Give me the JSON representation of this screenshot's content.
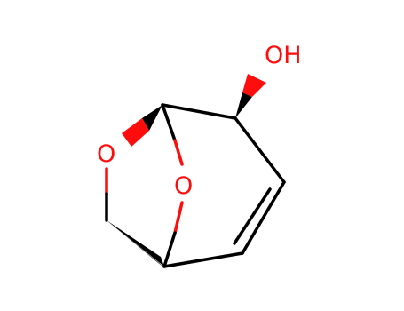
{
  "molecule": {
    "atoms": [
      {
        "id": "O_ring",
        "symbol": "O",
        "color": "#ff0d0d"
      },
      {
        "id": "O_bridge",
        "symbol": "O",
        "color": "#ff0d0d"
      },
      {
        "id": "O_hydroxyl",
        "symbol": "OH",
        "color": "#ff0d0d"
      }
    ],
    "bond_color": "#000000",
    "heteroatom_color": "#ff0d0d"
  }
}
